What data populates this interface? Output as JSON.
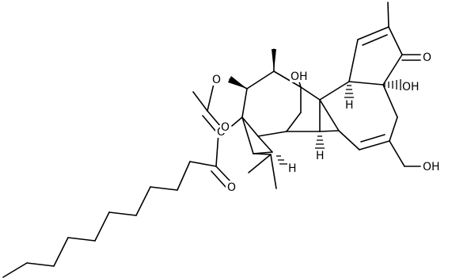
{
  "molecule": {
    "atom_labels": {
      "o_acetate_ester": "O",
      "o_acetate_carbonyl": "O",
      "o_decanoate_ester": "O",
      "o_decanoate_carbonyl": "O",
      "oh_c9": "OH",
      "oh_c4": "OH",
      "o_ketone": "O",
      "oh_c20": "OH",
      "h_c10": "H",
      "h_c8": "H",
      "h_c14": "H"
    }
  },
  "colors": {
    "bond": "#000000",
    "label": "#000000",
    "background": "#ffffff"
  }
}
